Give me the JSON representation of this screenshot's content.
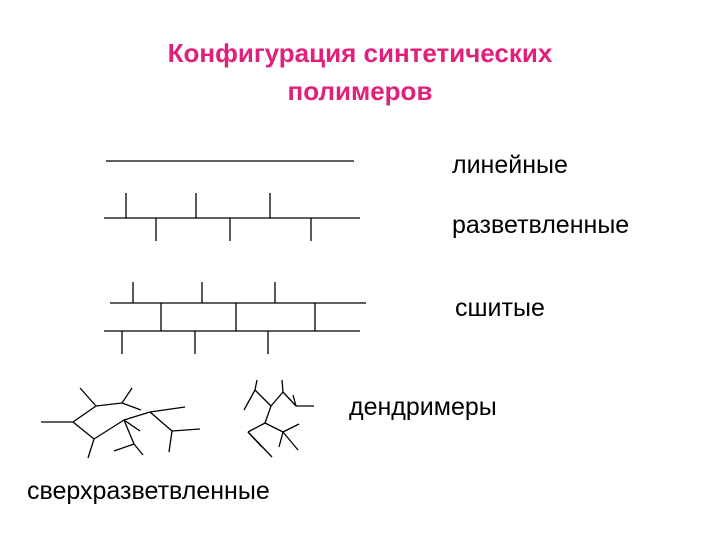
{
  "title": {
    "line1": "Конфигурация синтетических",
    "line2": "полимеров"
  },
  "labels": {
    "linear": "линейные",
    "branched": "разветвленные",
    "crosslinked": "сшитые",
    "dendrimers": "дендримеры",
    "hyperbranched": "сверхразветвленные"
  },
  "colors": {
    "title": "#e0207a",
    "text": "#000000"
  }
}
